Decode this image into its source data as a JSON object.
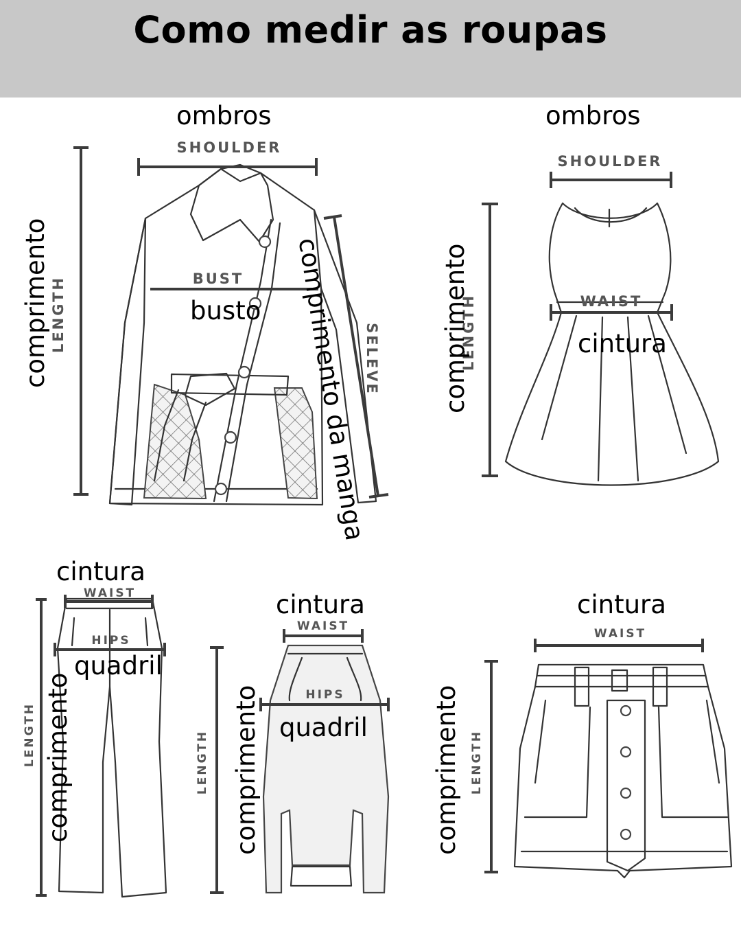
{
  "title": "Como medir as roupas",
  "jacket": {
    "pt": {
      "shoulder": "ombros",
      "bust": "busto",
      "length": "comprimento",
      "sleeve": "comprimento da manga"
    },
    "en": {
      "shoulder": "SHOULDER",
      "bust": "BUST",
      "length": "LENGTH",
      "sleeve": "SELEVE"
    }
  },
  "dress": {
    "pt": {
      "shoulder": "ombros",
      "waist": "cintura",
      "length": "comprimento"
    },
    "en": {
      "shoulder": "SHOULDER",
      "waist": "WAIST",
      "length": "LENGTH"
    }
  },
  "pants": {
    "pt": {
      "waist": "cintura",
      "hips": "quadril",
      "length": "comprimento"
    },
    "en": {
      "waist": "WAIST",
      "hips": "HIPS",
      "length": "LENGTH"
    }
  },
  "skirt": {
    "pt": {
      "waist": "cintura",
      "hips": "quadril",
      "length": "comprimento"
    },
    "en": {
      "waist": "WAIST",
      "hips": "HIPS",
      "length": "LENGTH"
    }
  },
  "shorts": {
    "pt": {
      "waist": "cintura",
      "length": "comprimento"
    },
    "en": {
      "waist": "WAIST",
      "length": "LENGTH"
    }
  }
}
